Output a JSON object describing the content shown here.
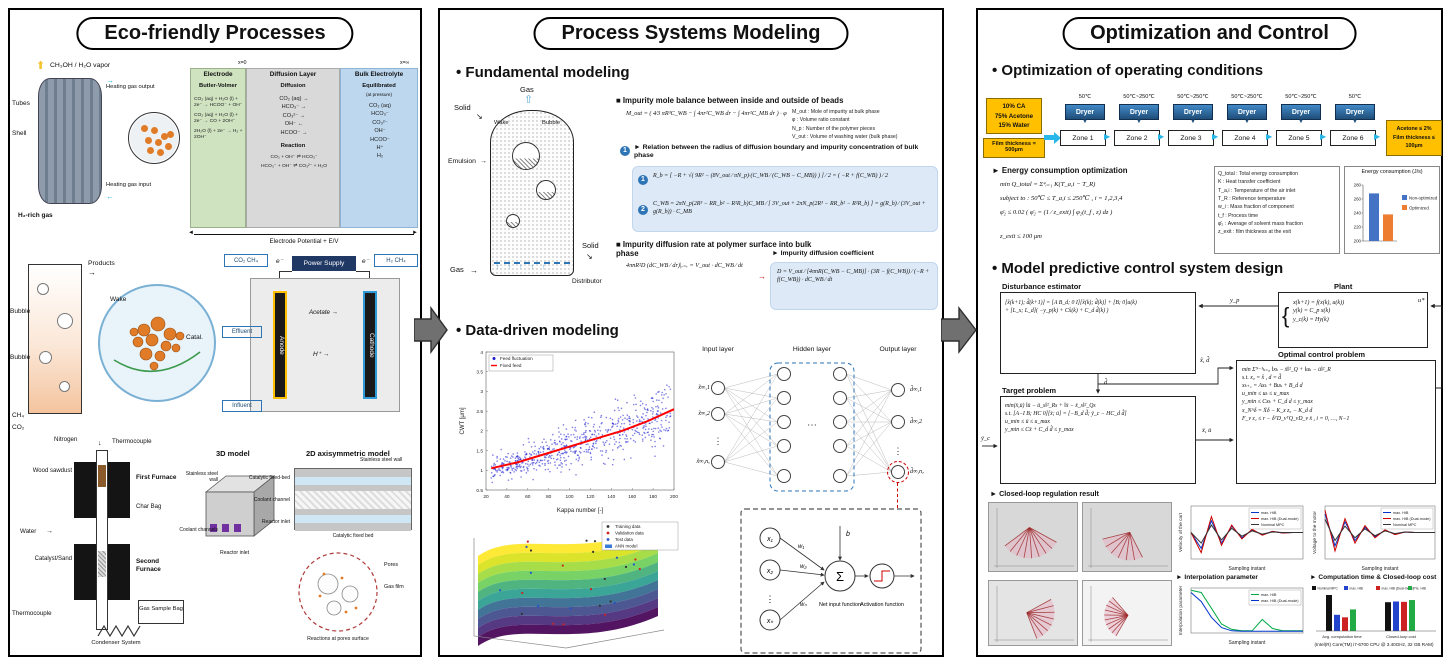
{
  "panels": {
    "eco": {
      "title": "Eco-friendly Processes",
      "reformer": {
        "vapor": "CH₃OH / H₂O vapor",
        "tubes": "Tubes",
        "shell": "Shell",
        "heating_out": "Heating gas output",
        "heating_in": "Heating gas input",
        "h2rich": "H₂-rich gas"
      },
      "table": {
        "x0": "x=0",
        "xinf": "x=∞",
        "electrode": "Electrode",
        "diffusion_layer": "Diffusion Layer",
        "bulk": "Bulk Electrolyte",
        "butler": "Butler-Volmer",
        "diffusion": "Diffusion",
        "equilibrated": "Equilibrated",
        "at_pressure": "(at pressure)",
        "reaction": "Reaction",
        "bv_reactions": [
          "CO₂ (aq) + H₂O (l) + 2e⁻ → HCOO⁻ + OH⁻",
          "CO₂ (aq) + H₂O (l) + 2e⁻ → CO + 2OH⁻",
          "2H₂O (l) + 2e⁻ → H₂ + 2OH⁻"
        ],
        "diff_species": [
          "CO₂ (aq) →",
          "HCO₃⁻ →",
          "CO₃²⁻ →",
          "OH⁻ ←",
          "HCOO⁻ →"
        ],
        "reactions": [
          "CO₂ + OH⁻ ⇌ HCO₃⁻",
          "HCO₃⁻ + OH⁻ ⇌ CO₃²⁻ + H₂O"
        ],
        "bulk_species": [
          "CO₂ (aq)",
          "HCO₃⁻",
          "CO₃²⁻",
          "OH⁻",
          "HCOO⁻",
          "H⁺",
          "H₂"
        ],
        "axis": "Electrode Potential + E/V"
      },
      "bubble": {
        "products": "Products",
        "bubble1": "Bubble",
        "bubble2": "Bubble",
        "wake": "Wake",
        "catal": "Catal.",
        "ch4": "CH₄",
        "co2": "CO₂"
      },
      "cell": {
        "gas_left": "CO₂ CH₄",
        "gas_right": "H₂ CH₄",
        "power": "Power Supply",
        "e1": "e⁻",
        "e2": "e⁻",
        "anode": "Anode",
        "cathode": "Cathode",
        "acetate": "Acetate →",
        "hplus": "H⁺ →",
        "effluent": "Effluent",
        "influent": "Influent"
      },
      "furnace": {
        "nitrogen": "Nitrogen",
        "thermocouple": "Thermocouple",
        "wood": "Wood sawdust",
        "first": "First Furnace",
        "char": "Char Bag",
        "water": "Water",
        "catalyst": "Catalyst/Sand",
        "second": "Second Furnace",
        "gasbag": "Gas Sample Bag",
        "condenser": "Condenser System"
      },
      "models": {
        "m3d": "3D model",
        "m2d": "2D axisymmetric model",
        "steel": "Stainless steel wall",
        "coolant_ch": "Coolant channels",
        "inlet": "Reactor inlet",
        "cat_bed": "Catalytic fixed-bed",
        "coolant": "Coolant channel",
        "cat_bed2": "Catalytic fixed bed",
        "pores": "Pores",
        "gas_film": "Gas film",
        "pore_react": "Reactions at pores surface"
      }
    },
    "psm": {
      "title": "Process Systems Modeling",
      "fund_heading": "• Fundamental modeling",
      "bed": {
        "solid_in": "Solid",
        "gas_out": "Gas",
        "wake": "Wake",
        "bubble": "Bubble",
        "emulsion": "Emulsion",
        "solid_out": "Solid",
        "gas_in": "Gas",
        "distributor": "Distributor"
      },
      "eq": {
        "b1": "■ Impurity mole balance between inside and outside of beads",
        "eq1a": "M_out = ( 4⁄3 πR³C_WB − ∫ 4πr²C_WB dr − ∫ 4πr²C_MB dr ) · φ",
        "defs1": [
          "M_out : Mole of impurity at bulk phase",
          "φ : Volume ratio constant",
          "N_p : Number of the polymer pieces",
          "V_out : Volume of washing water (bulk phase)"
        ],
        "n1": "1",
        "n2": "2",
        "b2": "► Relation between the radius of diffusion boundary and impurity concentration of bulk phase",
        "eq2a": "R_b = [ −R + √( 9R² − (8V_out ⁄ πN_p)·(C_WB ⁄ (C_WB − C_MB)) ) ] ⁄ 2 = ( −R + f(C_WB) ) ⁄ 2",
        "eq2b": "C_WB = 2πN_p(2R³ − RR_b² − R²R_b)C_MB ⁄ [ 3V_out + 2πN_p(2R³ − RR_b² − R²R_b) ] = g(R_b) ⁄ (3V_out + g(R_b)) · C_MB",
        "b3": "■ Impurity diffusion rate at polymer surface into bulk phase",
        "eq3": "4πnR²D (dC_WB ⁄ dr)|ᵣ₌ᵣ = V_out · dC_WB ⁄ dt",
        "b4": "► Impurity diffusion coefficient",
        "eq4": "D = V_out ⁄ [4πnR(C_WB − C_MB)] · (3R − f(C_WB)) ⁄ (−R + f(C_WB)) · dC_WB ⁄ dt"
      },
      "dd_heading": "• Data-driven modeling",
      "nn": {
        "input_layer": "Input layer",
        "hidden_layer": "Hidden layer",
        "output_layer": "Output layer",
        "inputs": [
          "x̃∞,1",
          "x̃∞,2",
          "x̃∞,nₓ"
        ],
        "outputs": [
          "d̂∞,1",
          "d̂∞,2",
          "d̂∞,nₔ"
        ]
      },
      "neuron": {
        "x1": "x₁",
        "x2": "x₂",
        "xn": "xₙ",
        "w1": "w₁",
        "w2": "w₂",
        "wn": "wₙ",
        "b": "b",
        "sigma": "Σ",
        "net": "Net input function",
        "act": "Activation function"
      }
    },
    "oc": {
      "title": "Optimization and Control",
      "opt_heading": "• Optimization of operating conditions",
      "dryer": {
        "feed_lines": [
          "10% CA",
          "75% Acetone",
          "15% Water"
        ],
        "feed_note": "Film thickness = 500μm",
        "temps": [
          "50℃",
          "50℃~250℃",
          "50℃~250℃",
          "50℃~250℃",
          "50℃~250℃",
          "50℃"
        ],
        "unit": "Dryer",
        "zones": [
          "Zone 1",
          "Zone 2",
          "Zone 3",
          "Zone 4",
          "Zone 5",
          "Zone 6"
        ],
        "out_lines": [
          "Acetone ≤ 2%",
          "Film thickness ≤ 100μm"
        ]
      },
      "energy": {
        "heading": "► Energy consumption optimization",
        "obj": "min  Q_total = Σ⁴ᵢ₌₁ K(T_a,i − T_R)",
        "s1": "subject to :  50℃ ≤ T_a,i ≤ 250℃ ,   i = 1,2,3,4",
        "s2": "φ̄₂ ≤ 0.02    ( φ̄₂ = (1 ⁄ z_exit) ∫ φ₂(t_f , z) dz )",
        "s3": "z_exit ≤ 100 μm",
        "defs": [
          "Q_total : Total energy consumption",
          "K : Heat transfer coefficient",
          "T_a,i : Temperature of the air inlet",
          "T_R : Reference temperature",
          "w_i : Mass fraction of component",
          "t_f : Process time",
          "φ̄₂ : Average of solvent mass fraction",
          "z_exit : film thickness at the exit"
        ]
      },
      "mpc_heading": "• Model predictive control system design",
      "mpc": {
        "est_label": "Disturbance estimator",
        "est_eq": "[x̂(k+1); d̂(k+1)] = [A  B_d; 0  I][x̂(k); d̂(k)] + [B; 0]u(k)\n+ [L_x; L_d]( −y_p(k) + Cx̂(k) + C_d d̂(k) )",
        "plant_label": "Plant",
        "plant_eq": "x(k+1) = f(x(k), u(k))\ny(k) = C_p x(k)\ny_c(k) = Hy(k)",
        "target_label": "Target problem",
        "target_eq": "min(x̄,ū)  ‖ū − ū_s‖²_Rs + ‖x̄ − x̄_s‖²_Qs\ns.t.  [A−I  B; HC  0][x̄; ū] = [−B_d d̂; ȳ_c − HC_d d̂]\nu_min ≤ ū ≤ u_max\ny_min ≤ Cx̄ + C_d d̂ ≤ y_max",
        "ocp_label": "Optimal control problem",
        "ocp_eq": "min  Σᴺ⁻¹ₖ₌₀ ‖xₖ − x̄‖²_Q + ‖uₖ − ū‖²_R\ns.t.  x₀ = x̂ ,  d = d̂\nxₖ₊₁ = Axₖ + Buₖ + B_d d\nu_min ≤ uₖ ≤ u_max\ny_min ≤ Cxₖ + C_d d ≤ y_max\nx_N^δ = X̄δ − K_x z₀ − K_d d\nF_v z₁ ≤ r − δᵀD_vᵀQ_vD_v x̄ ,   i = 0, …, N−1",
        "sig_yp": "y_p",
        "sig_ustar": "u*",
        "sig_dhat": "d̂",
        "sig_xd": "x̂, d̂",
        "sig_xu": "x̄, ū",
        "sig_yc": "ȳ_c"
      },
      "results": {
        "closed_loop": "► Closed-loop regulation result",
        "interp": "► Interpolation parameter",
        "comp": "► Computation time & Closed-loop cost",
        "cpu": "(Intel(R) Core(TM) i7-6700 CPU @ 3.40GHz, 32 GB RAM)"
      }
    }
  },
  "chart_data": [
    {
      "id": "cwt_scatter",
      "type": "scatter",
      "title": "",
      "xlabel": "Kappa number [-]",
      "ylabel": "CWT [μm]",
      "xlim": [
        20,
        200
      ],
      "ylim": [
        0.5,
        4
      ],
      "xticks": [
        20,
        40,
        60,
        80,
        100,
        120,
        140,
        160,
        180,
        200
      ],
      "yticks": [
        0.5,
        1,
        1.5,
        2,
        2.5,
        3,
        3.5,
        4
      ],
      "legend": [
        {
          "label": "Feed fluctuation",
          "color": "#1a1acc",
          "marker": "dot"
        },
        {
          "label": "Fixed feed",
          "color": "#ff0000",
          "marker": "line"
        }
      ],
      "trend_x": [
        25,
        50,
        75,
        100,
        125,
        150,
        175,
        200
      ],
      "trend_y": [
        1.05,
        1.2,
        1.4,
        1.6,
        1.8,
        2.0,
        2.25,
        2.55
      ],
      "cloud": {
        "n": 650,
        "spread": 0.5,
        "seed": 11
      }
    },
    {
      "id": "ann_surface",
      "type": "surface",
      "legend": [
        {
          "label": "Training data",
          "color": "#333333",
          "marker": "dot"
        },
        {
          "label": "Validation data",
          "color": "#cc2222",
          "marker": "dot"
        },
        {
          "label": "Test data",
          "color": "#2255cc",
          "marker": "dot"
        },
        {
          "label": "ANN model",
          "color": "#3a7bd5",
          "marker": "patch"
        }
      ]
    },
    {
      "id": "energy_bar",
      "type": "bar",
      "title": "Energy consumption (J/s)",
      "ylim": [
        200,
        280
      ],
      "yticks": [
        200,
        220,
        240,
        260,
        280
      ],
      "series": [
        {
          "name": "Non-optimized",
          "color": "#4472c4",
          "value": 268
        },
        {
          "name": "Optimized",
          "color": "#ed7d31",
          "value": 238
        }
      ]
    },
    {
      "id": "cl_line1",
      "type": "line",
      "xlabel": "Sampling instant",
      "ylabel": "Velocity of the cart",
      "series": [
        {
          "name": "max. HiB",
          "color": "#0033cc",
          "y": [
            0.5,
            0.2,
            0.72,
            0.3,
            0.62,
            0.4,
            0.55,
            0.46,
            0.52,
            0.49,
            0.5,
            0.5
          ]
        },
        {
          "name": "max. HiB (Dual-mode)",
          "color": "#cc0000",
          "y": [
            0.5,
            0.12,
            0.8,
            0.26,
            0.64,
            0.38,
            0.56,
            0.45,
            0.52,
            0.49,
            0.5,
            0.5
          ]
        },
        {
          "name": "Nominal MPC",
          "color": "#333333",
          "y": [
            0.5,
            0.3,
            0.64,
            0.36,
            0.58,
            0.43,
            0.53,
            0.47,
            0.51,
            0.5,
            0.5,
            0.5
          ]
        }
      ]
    },
    {
      "id": "cl_line2",
      "type": "line",
      "xlabel": "Sampling instant",
      "ylabel": "Voltage to the motor",
      "series": [
        {
          "name": "max. HiB",
          "color": "#0033cc",
          "y": [
            0.85,
            0.25,
            0.7,
            0.35,
            0.6,
            0.42,
            0.54,
            0.47,
            0.51,
            0.5,
            0.5,
            0.5
          ]
        },
        {
          "name": "max. HiB (Dual-mode)",
          "color": "#cc0000",
          "y": [
            0.92,
            0.15,
            0.76,
            0.3,
            0.63,
            0.4,
            0.55,
            0.46,
            0.51,
            0.5,
            0.5,
            0.5
          ]
        },
        {
          "name": "Nominal MPC",
          "color": "#333333",
          "y": [
            0.75,
            0.35,
            0.62,
            0.4,
            0.57,
            0.44,
            0.53,
            0.48,
            0.51,
            0.5,
            0.5,
            0.5
          ]
        }
      ]
    },
    {
      "id": "interp_line",
      "type": "line",
      "xlabel": "Sampling instant",
      "ylabel": "Interpolation parameter",
      "series": [
        {
          "name": "max. HiB",
          "color": "#00aa44",
          "y": [
            0.95,
            0.9,
            0.55,
            0.2,
            0.08,
            0.05,
            0.05,
            0.3,
            0.1,
            0.05,
            0.05,
            0.05
          ]
        },
        {
          "name": "max. HiB (Dual-mode)",
          "color": "#0033cc",
          "y": [
            0.9,
            0.7,
            0.35,
            0.12,
            0.05,
            0.04,
            0.04,
            0.04,
            0.04,
            0.04,
            0.04,
            0.04
          ]
        }
      ]
    },
    {
      "id": "comp_bar",
      "type": "bar",
      "groups": [
        "Avg. computation time",
        "Closed-loop cost"
      ],
      "series": [
        {
          "name": "Nominal MPC",
          "color": "#111111",
          "values": [
            1.0,
            0.8
          ]
        },
        {
          "name": "max. HiB",
          "color": "#2244cc",
          "values": [
            0.45,
            0.82
          ]
        },
        {
          "name": "max. HiB (Dual-mode)",
          "color": "#cc2222",
          "values": [
            0.38,
            0.81
          ]
        },
        {
          "name": "Pre. HiB",
          "color": "#22aa44",
          "values": [
            0.6,
            0.86
          ]
        }
      ]
    }
  ]
}
